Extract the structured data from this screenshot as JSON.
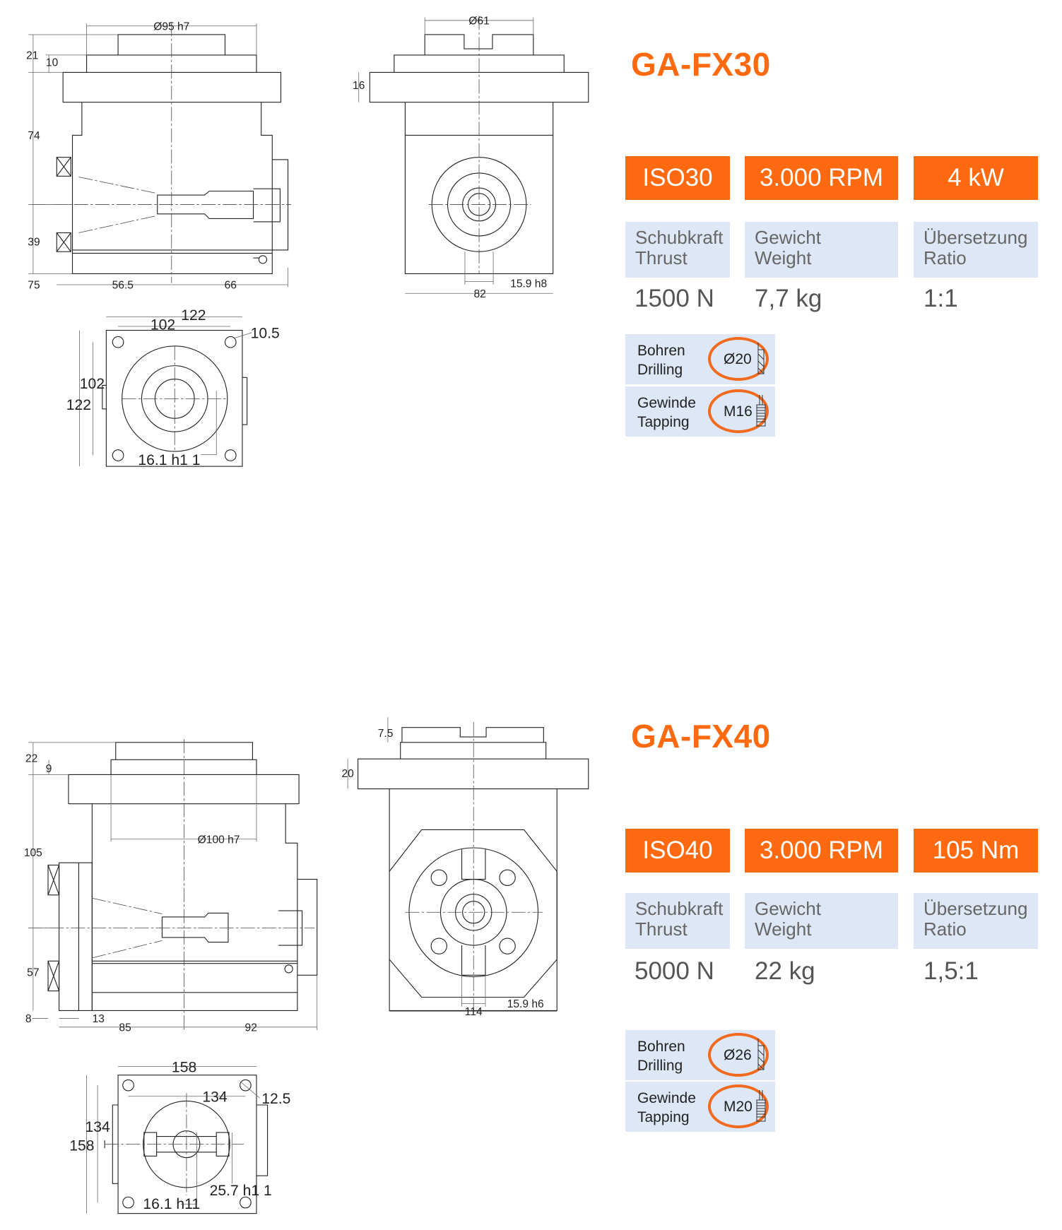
{
  "colors": {
    "accent": "#ff6a10",
    "label_bg": "#dde7f6",
    "ring": "#f26a1e"
  },
  "products": [
    {
      "title": "GA-FX30",
      "badges": [
        "ISO30",
        "3.000 RPM",
        "4 kW"
      ],
      "specs": [
        {
          "de": "Schubkraft",
          "en": "Thrust",
          "value": "1500 N"
        },
        {
          "de": "Gewicht",
          "en": "Weight",
          "value": "7,7 kg"
        },
        {
          "de": "Übersetzung",
          "en": "Ratio",
          "value": "1:1"
        }
      ],
      "tools": [
        {
          "de": "Bohren",
          "en": "Drilling",
          "value": "Ø20",
          "icon": "drill-icon"
        },
        {
          "de": "Gewinde",
          "en": "Tapping",
          "value": "M16",
          "icon": "tap-icon"
        }
      ],
      "dims": {
        "side": [
          "Ø95 h7",
          "21",
          "10",
          "74",
          "39",
          "75",
          "56.5",
          "66"
        ],
        "front": [
          "Ø61",
          "16",
          "15.9 h8",
          "82"
        ],
        "top": [
          "122",
          "102",
          "10.5",
          "102",
          "122",
          "16.1 h1 1"
        ]
      }
    },
    {
      "title": "GA-FX40",
      "badges": [
        "ISO40",
        "3.000 RPM",
        "105 Nm"
      ],
      "specs": [
        {
          "de": "Schubkraft",
          "en": "Thrust",
          "value": "5000 N"
        },
        {
          "de": "Gewicht",
          "en": "Weight",
          "value": "22 kg"
        },
        {
          "de": "Übersetzung",
          "en": "Ratio",
          "value": "1,5:1"
        }
      ],
      "tools": [
        {
          "de": "Bohren",
          "en": "Drilling",
          "value": "Ø26",
          "icon": "drill-icon"
        },
        {
          "de": "Gewinde",
          "en": "Tapping",
          "value": "M20",
          "icon": "tap-icon"
        }
      ],
      "dims": {
        "side": [
          "22",
          "9",
          "105",
          "57",
          "8",
          "13",
          "85",
          "92",
          "Ø100 h7"
        ],
        "front": [
          "7.5",
          "20",
          "15.9 h6",
          "114"
        ],
        "top": [
          "158",
          "134",
          "12.5",
          "134",
          "158",
          "25.7 h1 1",
          "16.1 h11"
        ]
      }
    }
  ]
}
